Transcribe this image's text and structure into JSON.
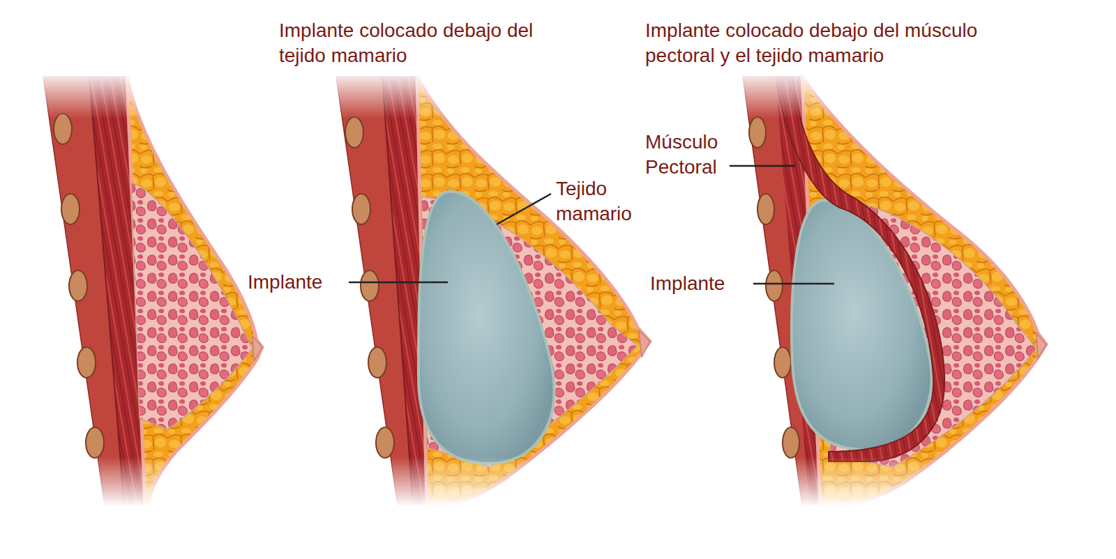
{
  "diagram": {
    "labels": [
      "Implante colocado debajo del tejido mamario",
      "Implante colocado debajo del músculo pectoral y el tejido mamario",
      "Músculo Pectoral",
      "Tejido mamario",
      "Implante",
      "Implante"
    ]
  }
}
